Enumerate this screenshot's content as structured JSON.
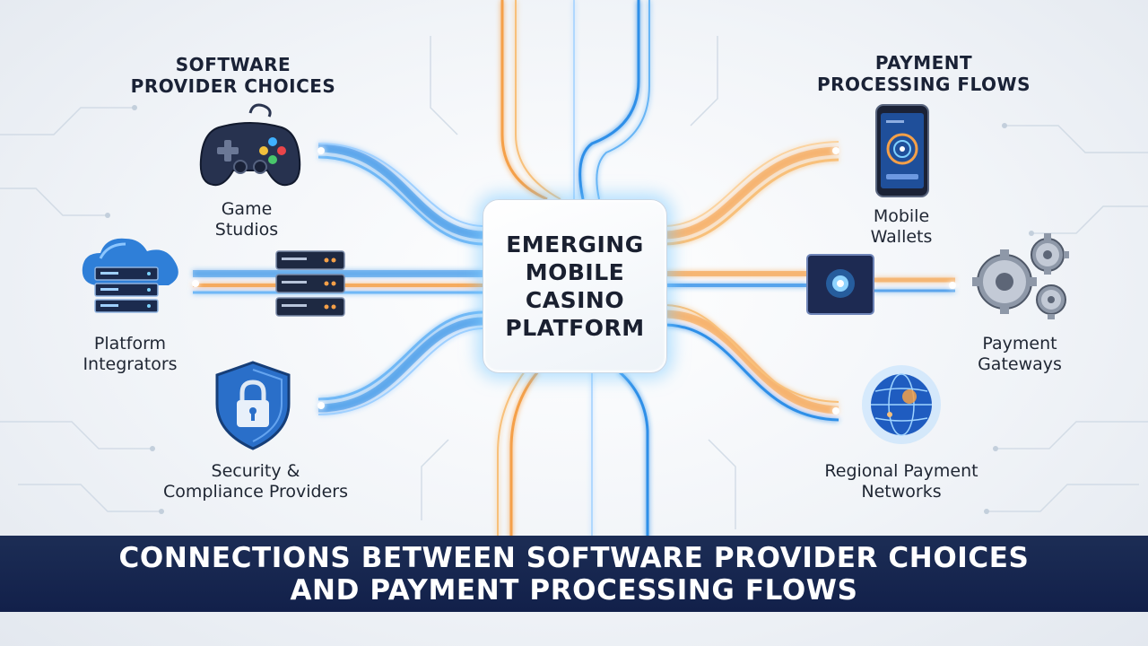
{
  "left_heading": "SOFTWARE\nPROVIDER CHOICES",
  "right_heading": "PAYMENT\nPROCESSING FLOWS",
  "center_title": "EMERGING\nMOBILE\nCASINO\nPLATFORM",
  "left_nodes": [
    {
      "label": "Game\nStudios",
      "icon": "game-controller-icon"
    },
    {
      "label": "Platform\nIntegrators",
      "icon": "cloud-server-icon"
    },
    {
      "label": "Security &\nCompliance Providers",
      "icon": "shield-lock-icon"
    }
  ],
  "right_nodes": [
    {
      "label": "Mobile\nWallets",
      "icon": "smartphone-icon"
    },
    {
      "label": "Payment\nGateways",
      "icon": "gears-icon"
    },
    {
      "label": "Regional Payment\nNetworks",
      "icon": "globe-icon"
    }
  ],
  "banner_title": "CONNECTIONS BETWEEN SOFTWARE PROVIDER CHOICES\nAND PAYMENT PROCESSING FLOWS",
  "colors": {
    "blue_flow": "#2f8fe8",
    "orange_flow": "#f5a048",
    "banner": "#15244d",
    "text": "#1a2236"
  }
}
